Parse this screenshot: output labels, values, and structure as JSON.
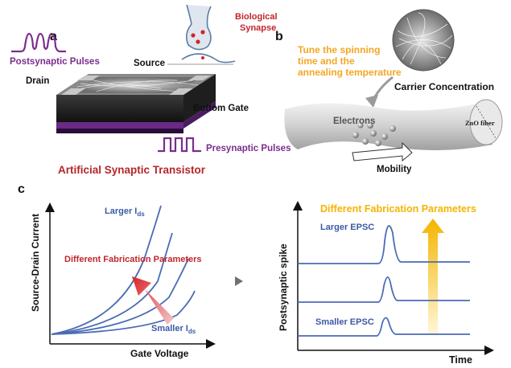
{
  "panel_a": {
    "letter": "a",
    "postsynaptic_pulses": "Postsynaptic Pulses",
    "biological_synapse_line1": "Biological",
    "biological_synapse_line2": "Synapse",
    "source": "Source",
    "drain": "Drain",
    "bottom_gate": "Bottom Gate",
    "presynaptic_pulses": "Presynaptic Pulses",
    "caption": "Artificial Synaptic Transistor"
  },
  "panel_b": {
    "letter": "b",
    "tune_line1": "Tune the spinning",
    "tune_line2": "time and the",
    "tune_line3": "annealing temperature",
    "carrier_concentration": "Carrier Concentration",
    "electrons": "Electrons",
    "zno_fiber": "ZnO fiber",
    "mobility": "Mobility"
  },
  "panel_c": {
    "letter": "c",
    "left_plot": {
      "ylabel": "Source-Drain Current",
      "xlabel": "Gate Voltage",
      "larger_ids_main": "Larger I",
      "larger_ids_sub": "ds",
      "smaller_ids_main": "Smaller I",
      "smaller_ids_sub": "ds",
      "arrow_label": "Different Fabrication Parameters"
    },
    "right_plot": {
      "ylabel": "Postsynaptic spike",
      "xlabel": "Time",
      "title": "Different Fabrication Parameters",
      "larger_epsc": "Larger EPSC",
      "smaller_epsc": "Smaller EPSC"
    }
  },
  "colors": {
    "purple": "#7b2d8e",
    "dark_red": "#b5262a",
    "blue": "#3a5aa6",
    "curve_blue": "#4a6bb5",
    "orange": "#f5a623",
    "gray_arrow": "#707070"
  }
}
